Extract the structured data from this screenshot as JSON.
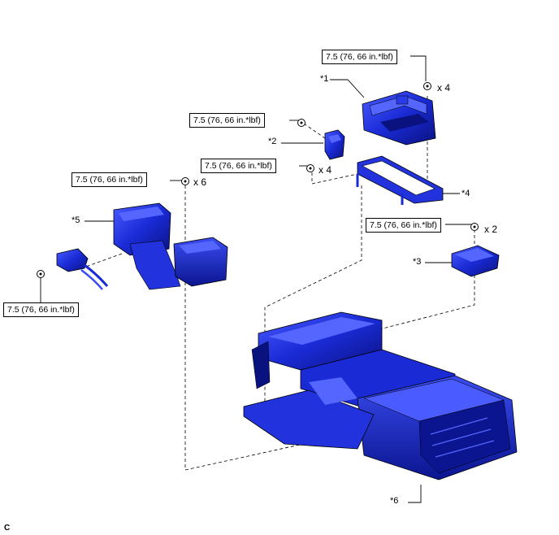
{
  "torque_labels": [
    "7.5 (76, 66 in.*lbf)",
    "7.5 (76, 66 in.*lbf)",
    "7.5 (76, 66 in.*lbf)",
    "7.5 (76, 66 in.*lbf)",
    "7.5 (76, 66 in.*lbf)",
    "7.5 (76, 66 in.*lbf)"
  ],
  "callouts": {
    "c1": "*1",
    "c2": "*2",
    "c3": "*3",
    "c4": "*4",
    "c5": "*5",
    "c6": "*6"
  },
  "quantities": {
    "q_top": "x 4",
    "q_mid": "x 4",
    "q_left": "x 6",
    "q_right": "x 2"
  },
  "corner_code": "C",
  "colors": {
    "part_fill": "#1a2bd6",
    "part_dark": "#0a1280",
    "part_light": "#5566ff",
    "line": "#000000"
  }
}
